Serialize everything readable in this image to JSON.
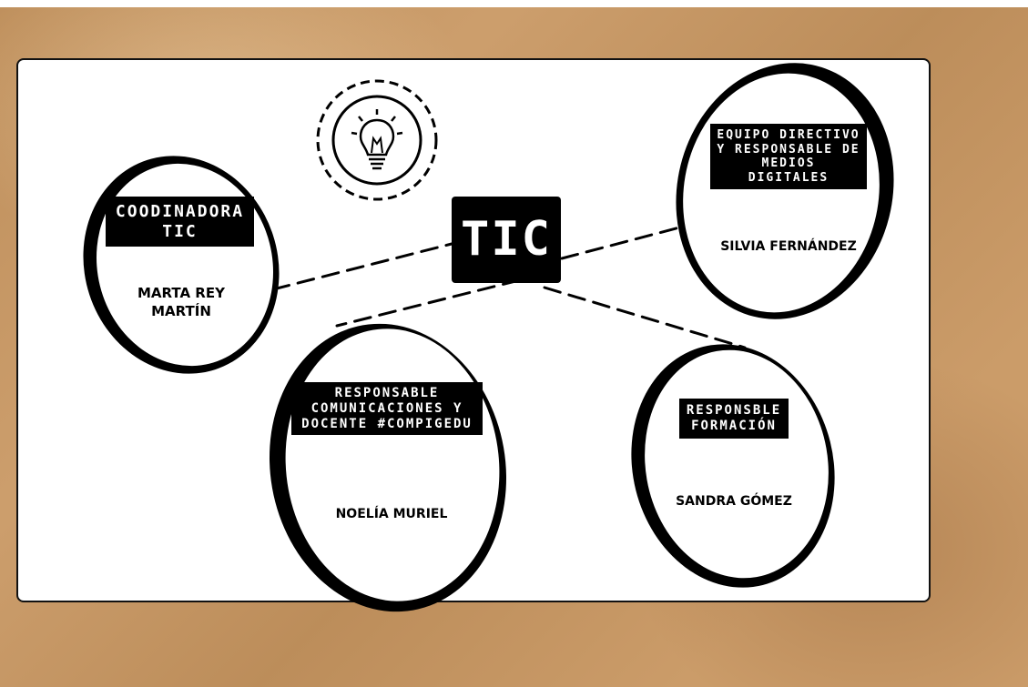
{
  "center": {
    "title": "TIC"
  },
  "nodes": {
    "coordinadora": {
      "role": "COODINADORA\nTIC",
      "name": "MARTA REY\nMARTÍN"
    },
    "directivo": {
      "role": "EQUIPO DIRECTIVO\nY RESPONSABLE DE\nMEDIOS\nDIGITALES",
      "name": "SILVIA FERNÁNDEZ"
    },
    "comunicaciones": {
      "role": "RESPONSABLE\nCOMUNICACIONES Y\nDOCENTE #COMPIGEDU",
      "name": "NOELÍA MURIEL"
    },
    "formacion": {
      "role": "RESPONSBLE\nFORMACIÓN",
      "name": "SANDRA GÓMEZ"
    }
  },
  "icons": {
    "center_icon": "lightbulb-icon"
  },
  "colors": {
    "background": "#c89660",
    "card": "#ffffff",
    "ink": "#000000"
  }
}
